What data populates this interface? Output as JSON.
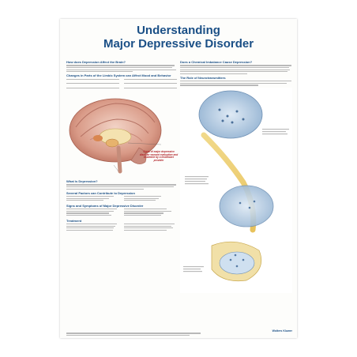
{
  "title_line1": "Understanding",
  "title_line2": "Major Depressive Disorder",
  "left": {
    "h1": "How does Depression Affect the Brain?",
    "h2": "Changes in Parts of the Limbic System can Affect Mood and Behavior",
    "callout": "Signs of major depressive disorder warrant evaluation and treatment by a healthcare provider",
    "h3": "What is Depression?",
    "h4": "Several Factors can Contribute to Depression",
    "h5": "Signs and Symptoms of Major Depressive Disorder",
    "h6": "Treatment"
  },
  "right": {
    "h1": "Does a Chemical Imbalance Cause Depression?",
    "h2": "The Role of Neurotransmitters"
  },
  "logo": "Wolters Kluwer",
  "colors": {
    "title": "#1a4f86",
    "callout": "#b2262b"
  }
}
